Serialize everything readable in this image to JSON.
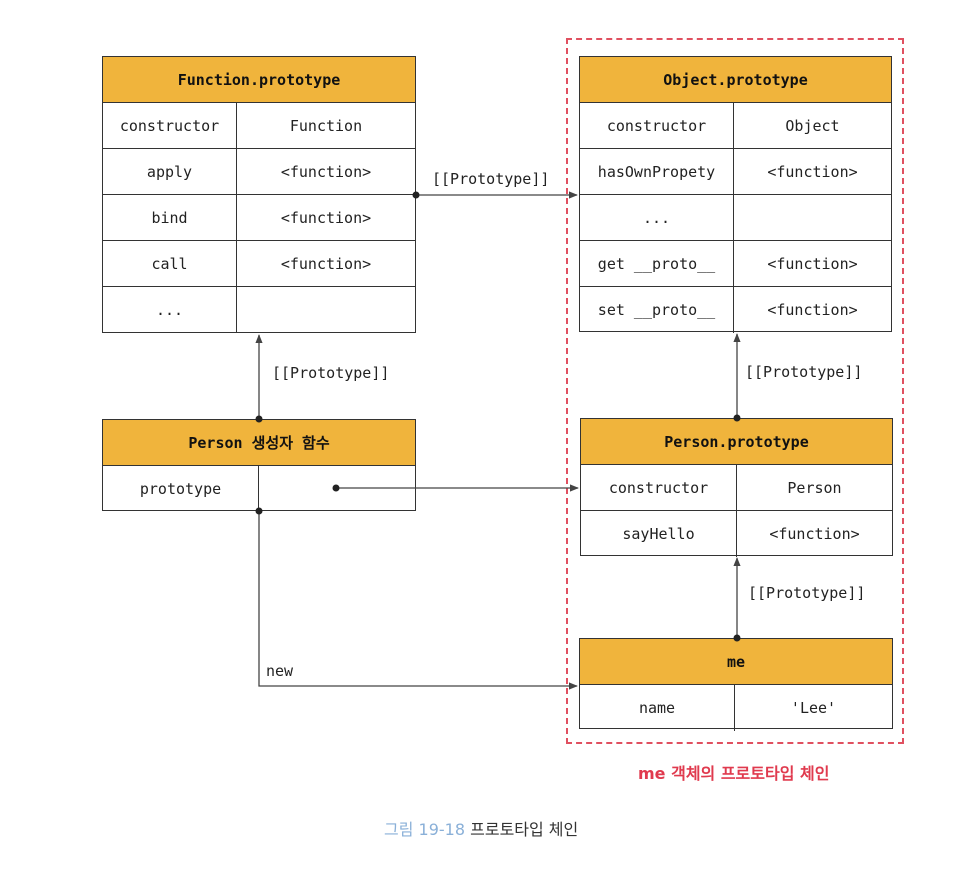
{
  "boxes": {
    "function_prototype": {
      "title": "Function.prototype",
      "rows": [
        {
          "key": "constructor",
          "value": "Function"
        },
        {
          "key": "apply",
          "value": "<function>"
        },
        {
          "key": "bind",
          "value": "<function>"
        },
        {
          "key": "call",
          "value": "<function>"
        },
        {
          "key": "...",
          "value": ""
        }
      ]
    },
    "object_prototype": {
      "title": "Object.prototype",
      "rows": [
        {
          "key": "constructor",
          "value": "Object"
        },
        {
          "key": "hasOwnPropety",
          "value": "<function>"
        },
        {
          "key": "...",
          "value": ""
        },
        {
          "key": "get __proto__",
          "value": "<function>"
        },
        {
          "key": "set __proto__",
          "value": "<function>"
        }
      ]
    },
    "person_constructor": {
      "title": "Person 생성자 함수",
      "rows": [
        {
          "key": "prototype",
          "value": ""
        }
      ]
    },
    "person_prototype": {
      "title": "Person.prototype",
      "rows": [
        {
          "key": "constructor",
          "value": "Person"
        },
        {
          "key": "sayHello",
          "value": "<function>"
        }
      ]
    },
    "me": {
      "title": "me",
      "rows": [
        {
          "key": "name",
          "value": "'Lee'"
        }
      ]
    }
  },
  "edge_labels": {
    "fn_to_obj": "[[Prototype]]",
    "person_to_fn": "[[Prototype]]",
    "personproto_to_obj": "[[Prototype]]",
    "me_to_personproto": "[[Prototype]]",
    "new": "new"
  },
  "region_caption": "me 객체의 프로토타입 체인",
  "figure_caption": {
    "number": "그림 19-18",
    "text": "프로토타입 체인"
  },
  "colors": {
    "header": "#f0b43c",
    "region": "#e05060",
    "caption_number": "#8ab0d8"
  }
}
